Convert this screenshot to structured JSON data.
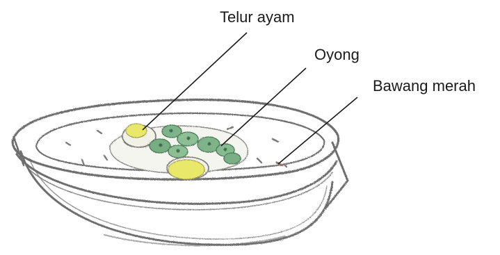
{
  "labels": {
    "telur_ayam": "Telur ayam",
    "oyong": "Oyong",
    "bawang_merah": "Bawang merah"
  },
  "colors": {
    "pencil": "#6e6e6e",
    "egg_yolk": "#e9e86a",
    "egg_white": "#f1f1e6",
    "oyong_green": "#7fb48a",
    "bawang": "#9a6f6f",
    "leader_line": "#1a1a1a"
  }
}
